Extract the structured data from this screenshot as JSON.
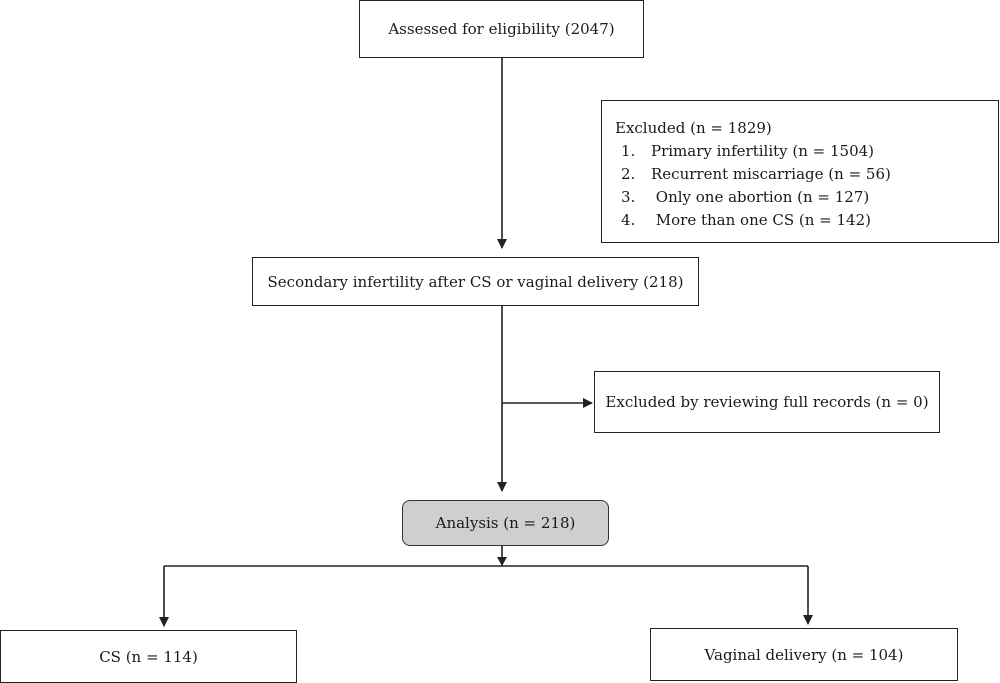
{
  "boxes": {
    "assessed": "Assessed for eligibility (2047)",
    "excluded": {
      "title": "Excluded (n = 1829)",
      "items": [
        {
          "num": "1.",
          "text": "Primary infertility (n = 1504)"
        },
        {
          "num": "2.",
          "text": "Recurrent miscarriage (n = 56)"
        },
        {
          "num": "3.",
          "text": " Only one abortion (n = 127)"
        },
        {
          "num": "4.",
          "text": " More than one CS (n = 142)"
        }
      ]
    },
    "secondary": "Secondary infertility after CS or vaginal delivery (218)",
    "excluded_full": "Excluded by reviewing full records (n = 0)",
    "analysis": "Analysis (n = 218)",
    "cs": "CS (n = 114)",
    "vaginal": "Vaginal delivery (n = 104)"
  },
  "colors": {
    "analysis_fill": "#cfcfcf",
    "line": "#222222"
  }
}
